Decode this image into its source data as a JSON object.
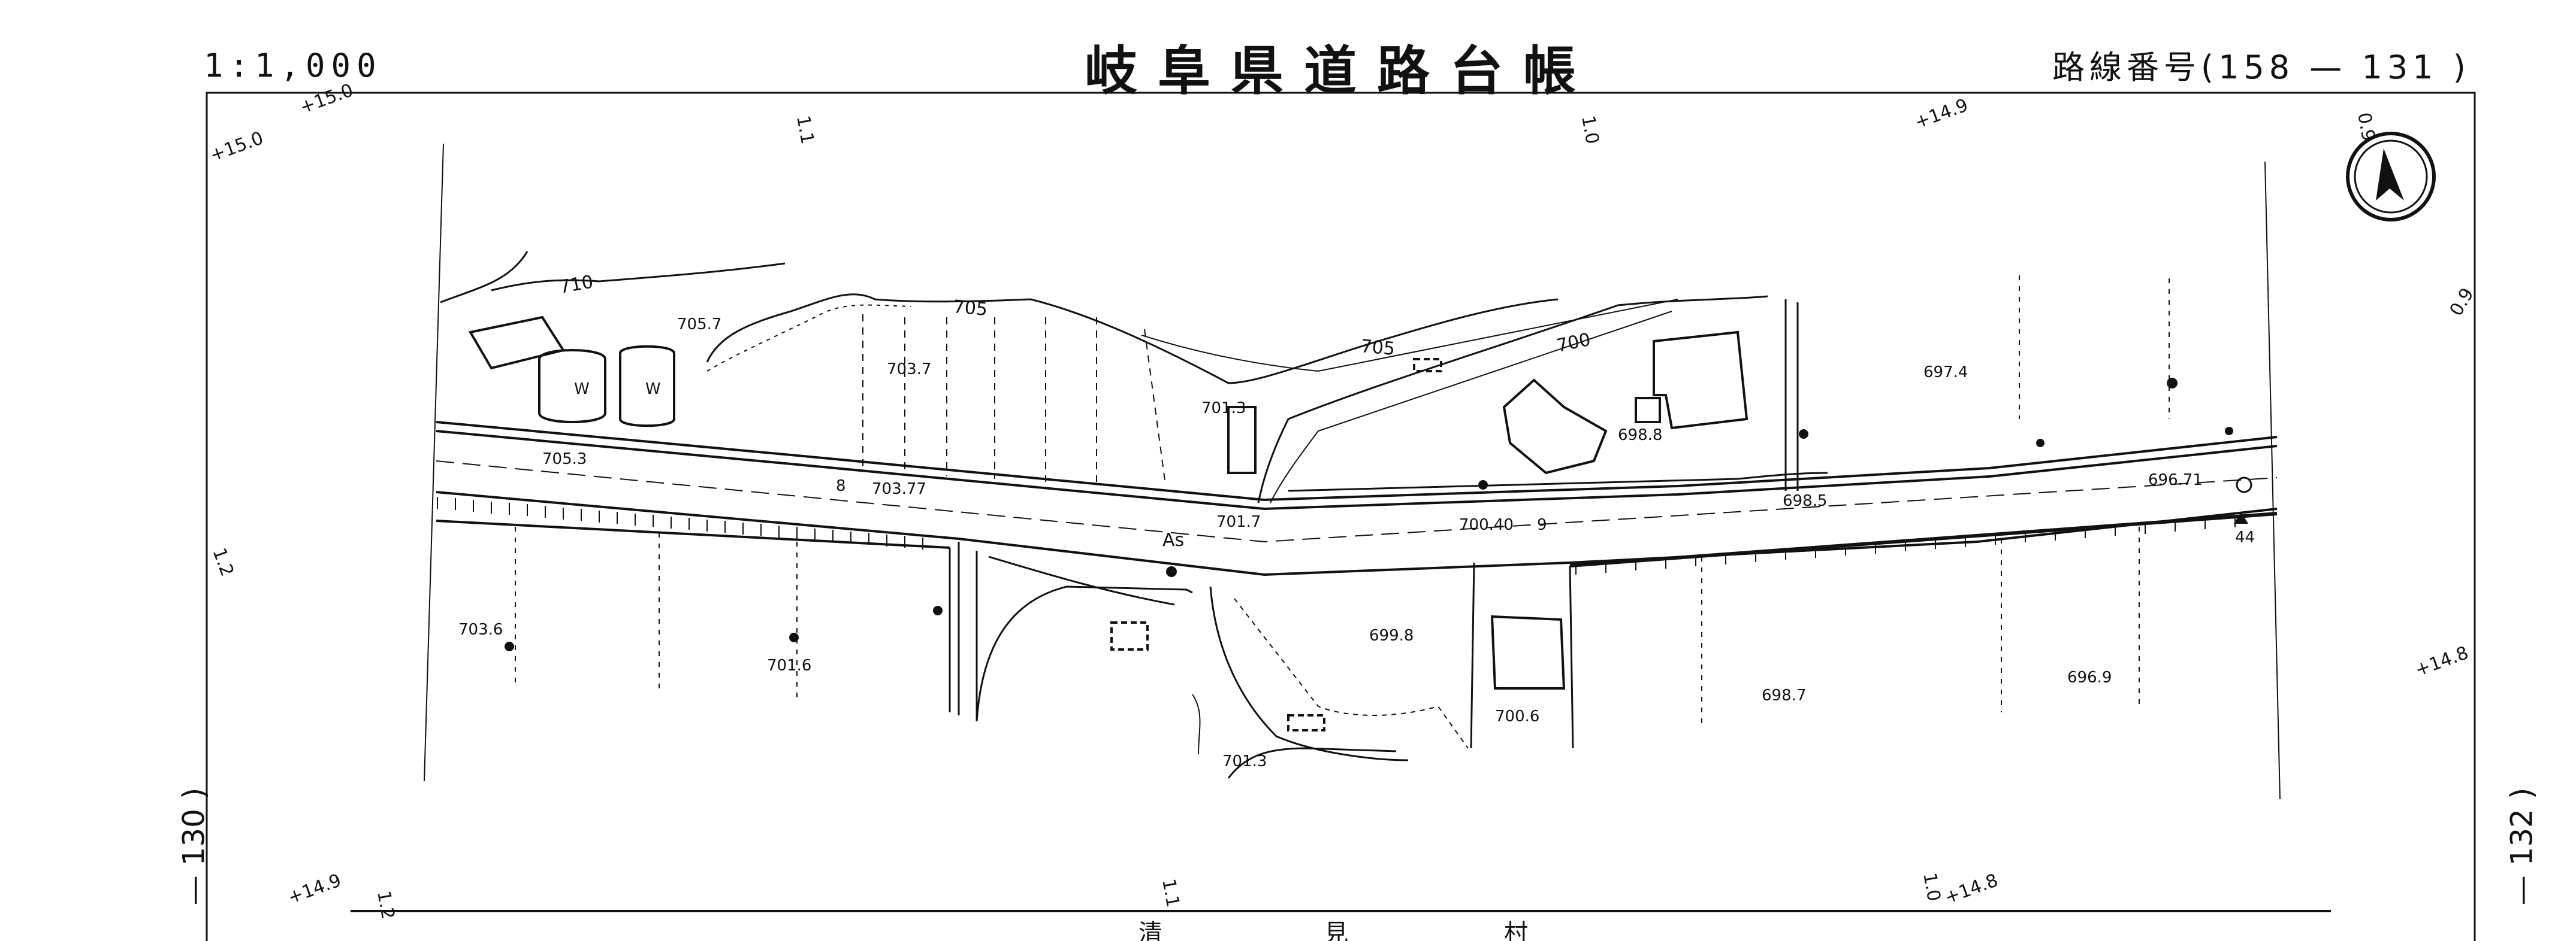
{
  "header": {
    "scale": "1:1,000",
    "title": "岐阜県道路台帳",
    "route_number": "路線番号(158 — 131 )"
  },
  "sheet_refs": {
    "left": "— 130 )",
    "right": "— 132 )"
  },
  "north_arrow_icon": "north-arrow-icon",
  "map": {
    "elevations": [
      "705.7",
      "703.7",
      "701.3",
      "698.8",
      "697.4",
      "705.3",
      "703.77",
      "701.7",
      "700.40",
      "698.5",
      "696.71",
      "703.6",
      "701.6",
      "699.8",
      "700.6",
      "701.3",
      "698.7",
      "696.9"
    ],
    "contours": [
      "710",
      "705",
      "705",
      "700"
    ],
    "station_labels": [
      "+15.0",
      "+15.0",
      "1.1",
      "1.0",
      "+14.9",
      "1.2",
      "+14.9",
      "1.2",
      "1.1",
      "1.0",
      "+14.8",
      "+14.8",
      "0.9",
      "0.9"
    ],
    "road_surface": "As",
    "misc": [
      "8",
      "9",
      "44",
      "W",
      "W"
    ],
    "bottom_text": [
      "清",
      "見",
      "村"
    ]
  },
  "colors": {
    "ink": "#111111",
    "paper": "#ffffff"
  }
}
